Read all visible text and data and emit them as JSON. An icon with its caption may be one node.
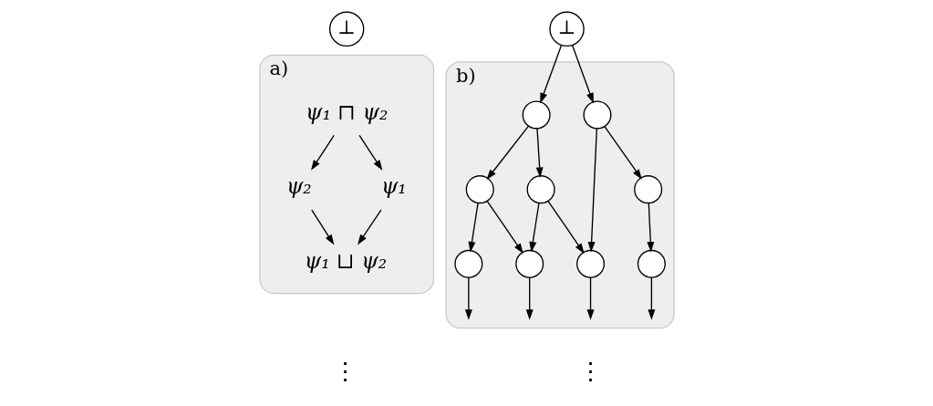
{
  "diagram": {
    "nodes": [
      {
        "text": [
          "a)"
        ]
      },
      {
        "text": [
          "⊥"
        ]
      },
      {
        "text": [
          "ψ₁ ⊓ ψ₂"
        ],
        "in": 0
      },
      {
        "text": [
          "ψ₂"
        ],
        "in": 0
      },
      {
        "text": [
          "ψ₁"
        ],
        "in": 0
      },
      {
        "text": [
          "ψ₁ ⊔ ψ₂"
        ],
        "in": 0
      },
      {
        "text": [
          "b)"
        ]
      },
      {
        "text": [
          "⊥"
        ]
      },
      {
        "text": [],
        "shape": "circle",
        "in": 6
      },
      {
        "text": [],
        "shape": "circle",
        "in": 6
      },
      {
        "text": [],
        "shape": "circle",
        "in": 6
      },
      {
        "text": [],
        "shape": "circle",
        "in": 6
      },
      {
        "text": [],
        "shape": "circle",
        "in": 6
      },
      {
        "text": [],
        "shape": "circle",
        "in": 6
      },
      {
        "text": [],
        "shape": "circle",
        "in": 6
      },
      {
        "text": [],
        "shape": "circle",
        "in": 6
      },
      {
        "text": [],
        "shape": "circle",
        "in": 6
      }
    ],
    "edges": [
      {
        "from": 2,
        "to": 3,
        "arrow": "to"
      },
      {
        "from": 2,
        "to": 4,
        "arrow": "to"
      },
      {
        "from": 3,
        "to": 5,
        "arrow": "to"
      },
      {
        "from": 4,
        "to": 5,
        "arrow": "to"
      },
      {
        "from": 7,
        "to": 8,
        "arrow": "to"
      },
      {
        "from": 7,
        "to": 9,
        "arrow": "to"
      },
      {
        "from": 8,
        "to": 10,
        "arrow": "to"
      },
      {
        "from": 8,
        "to": 14,
        "arrow": "to"
      },
      {
        "from": 9,
        "to": 11,
        "arrow": "to"
      },
      {
        "from": 9,
        "to": 12,
        "arrow": "to"
      },
      {
        "from": 10,
        "to": 13,
        "arrow": "to"
      },
      {
        "from": 11,
        "to": 14,
        "arrow": "to"
      },
      {
        "from": 11,
        "to": 15,
        "arrow": "to"
      },
      {
        "from": 12,
        "to": 15,
        "arrow": "to"
      },
      {
        "from": 12,
        "to": 16,
        "arrow": "to"
      },
      {
        "from": 13,
        "to": null,
        "arrow": "to"
      },
      {
        "from": 14,
        "to": null,
        "arrow": "to"
      },
      {
        "from": 15,
        "to": null,
        "arrow": "to"
      },
      {
        "from": 16,
        "to": null,
        "arrow": "to"
      }
    ],
    "labels": [
      "⋮",
      "⋮"
    ]
  }
}
